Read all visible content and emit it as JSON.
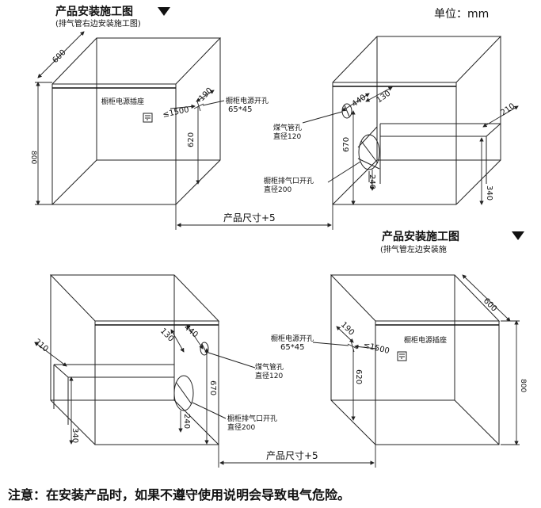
{
  "header": {
    "title_top": "产品安装施工图",
    "subtitle_top": "(排气管右边安装施工图)",
    "unit": "单位：mm",
    "title_mid": "产品安装施工图",
    "subtitle_mid": "(排气管左边安装施"
  },
  "labels": {
    "socket": "橱柜电源插座",
    "power_hole": "橱柜电源开孔",
    "power_hole_size": "65*45",
    "gas_hole": "煤气管孔",
    "gas_dia": "直径120",
    "exhaust_hole": "橱柜排气口开孔",
    "exhaust_dia": "直径200",
    "product_size": "产品尺寸+5"
  },
  "dims": {
    "d600": "600",
    "d800": "800",
    "d190": "190",
    "d1500": "≤1500",
    "d620": "620",
    "d440": "440",
    "d130": "130",
    "d210": "210",
    "d670": "670",
    "d240": "240",
    "d340": "340"
  },
  "footer": {
    "note": "注意：在安装产品时，如果不遵守使用说明会导致电气危险。"
  }
}
